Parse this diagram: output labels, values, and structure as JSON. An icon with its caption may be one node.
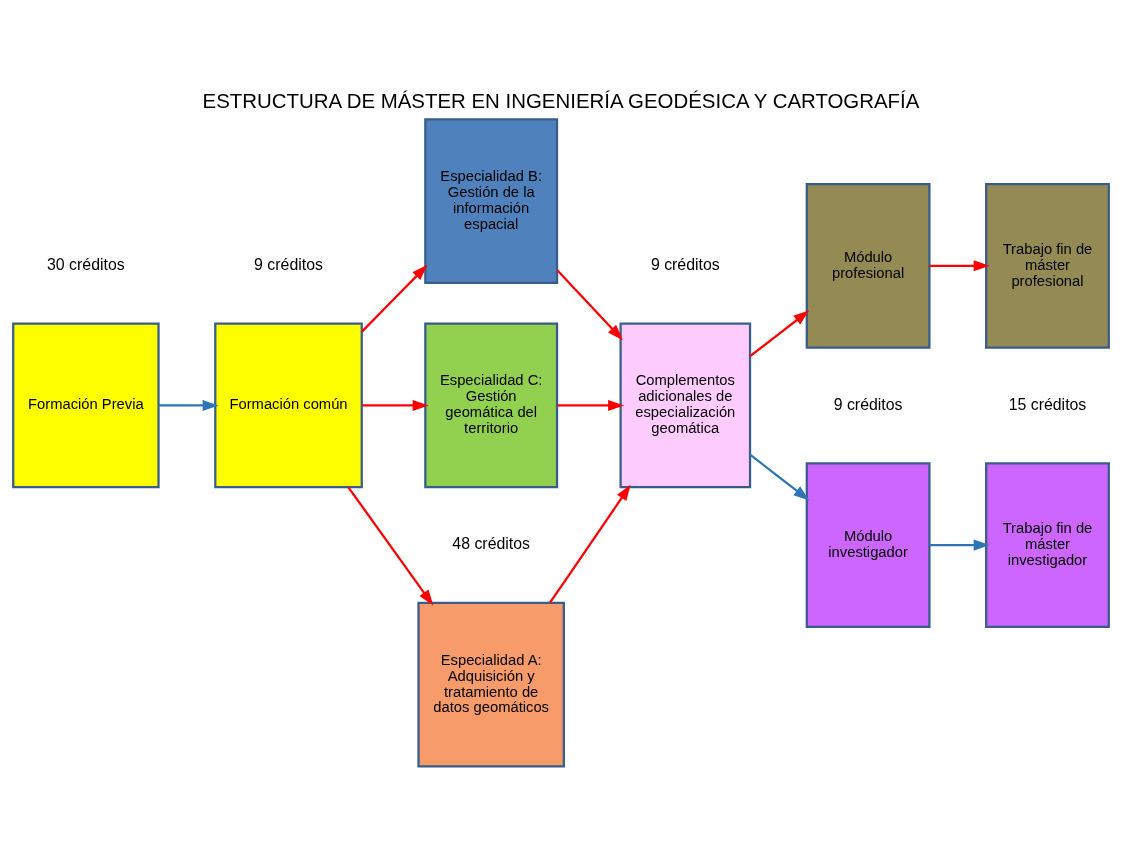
{
  "diagram": {
    "title": "ESTRUCTURA DE MÁSTER EN INGENIERÍA GEODÉSICA Y CARTOGRAFÍA",
    "nodes": [
      {
        "text": [
          "Formación Previa"
        ]
      },
      {
        "text": [
          "Formación común"
        ]
      },
      {
        "text": [
          "Especialidad A:",
          "Adquisición y tratamiento de datos geomáticos"
        ]
      },
      {
        "text": [
          "Especialidad B:",
          "Gestión de la información espacial"
        ]
      },
      {
        "text": [
          "Especialidad C:",
          "Gestión geomática del territorio"
        ]
      },
      {
        "text": [
          "Complementos adicionales de especialización geomática"
        ]
      },
      {
        "text": [
          "Módulo investigador"
        ]
      },
      {
        "text": [
          "Trabajo fin de máster investigador"
        ]
      },
      {
        "text": [
          "Módulo profesional"
        ]
      },
      {
        "text": [
          "Trabajo fin de máster profesional"
        ]
      }
    ],
    "edges": [
      {
        "from": 0,
        "to": 1,
        "arrow": "to",
        "color": "#2e75b6"
      },
      {
        "from": 1,
        "to": 2,
        "arrow": "to"
      },
      {
        "from": 1,
        "to": 3,
        "arrow": "to"
      },
      {
        "from": 1,
        "to": 4,
        "arrow": "to"
      },
      {
        "from": 2,
        "to": 5,
        "arrow": "to"
      },
      {
        "from": 3,
        "to": 5,
        "arrow": "to"
      },
      {
        "from": 4,
        "to": 5,
        "arrow": "to"
      },
      {
        "from": 5,
        "to": 6,
        "arrow": "to",
        "color": "#2e75b6"
      },
      {
        "from": 6,
        "to": 7,
        "arrow": "to",
        "color": "#2e75b6"
      },
      {
        "from": 5,
        "to": 8,
        "arrow": "to"
      },
      {
        "from": 8,
        "to": 9,
        "arrow": "to"
      }
    ],
    "labels": [
      "30 créditos",
      "9 créditos",
      "48 créditos",
      "9 créditos",
      "9 créditos",
      "15 créditos"
    ]
  }
}
